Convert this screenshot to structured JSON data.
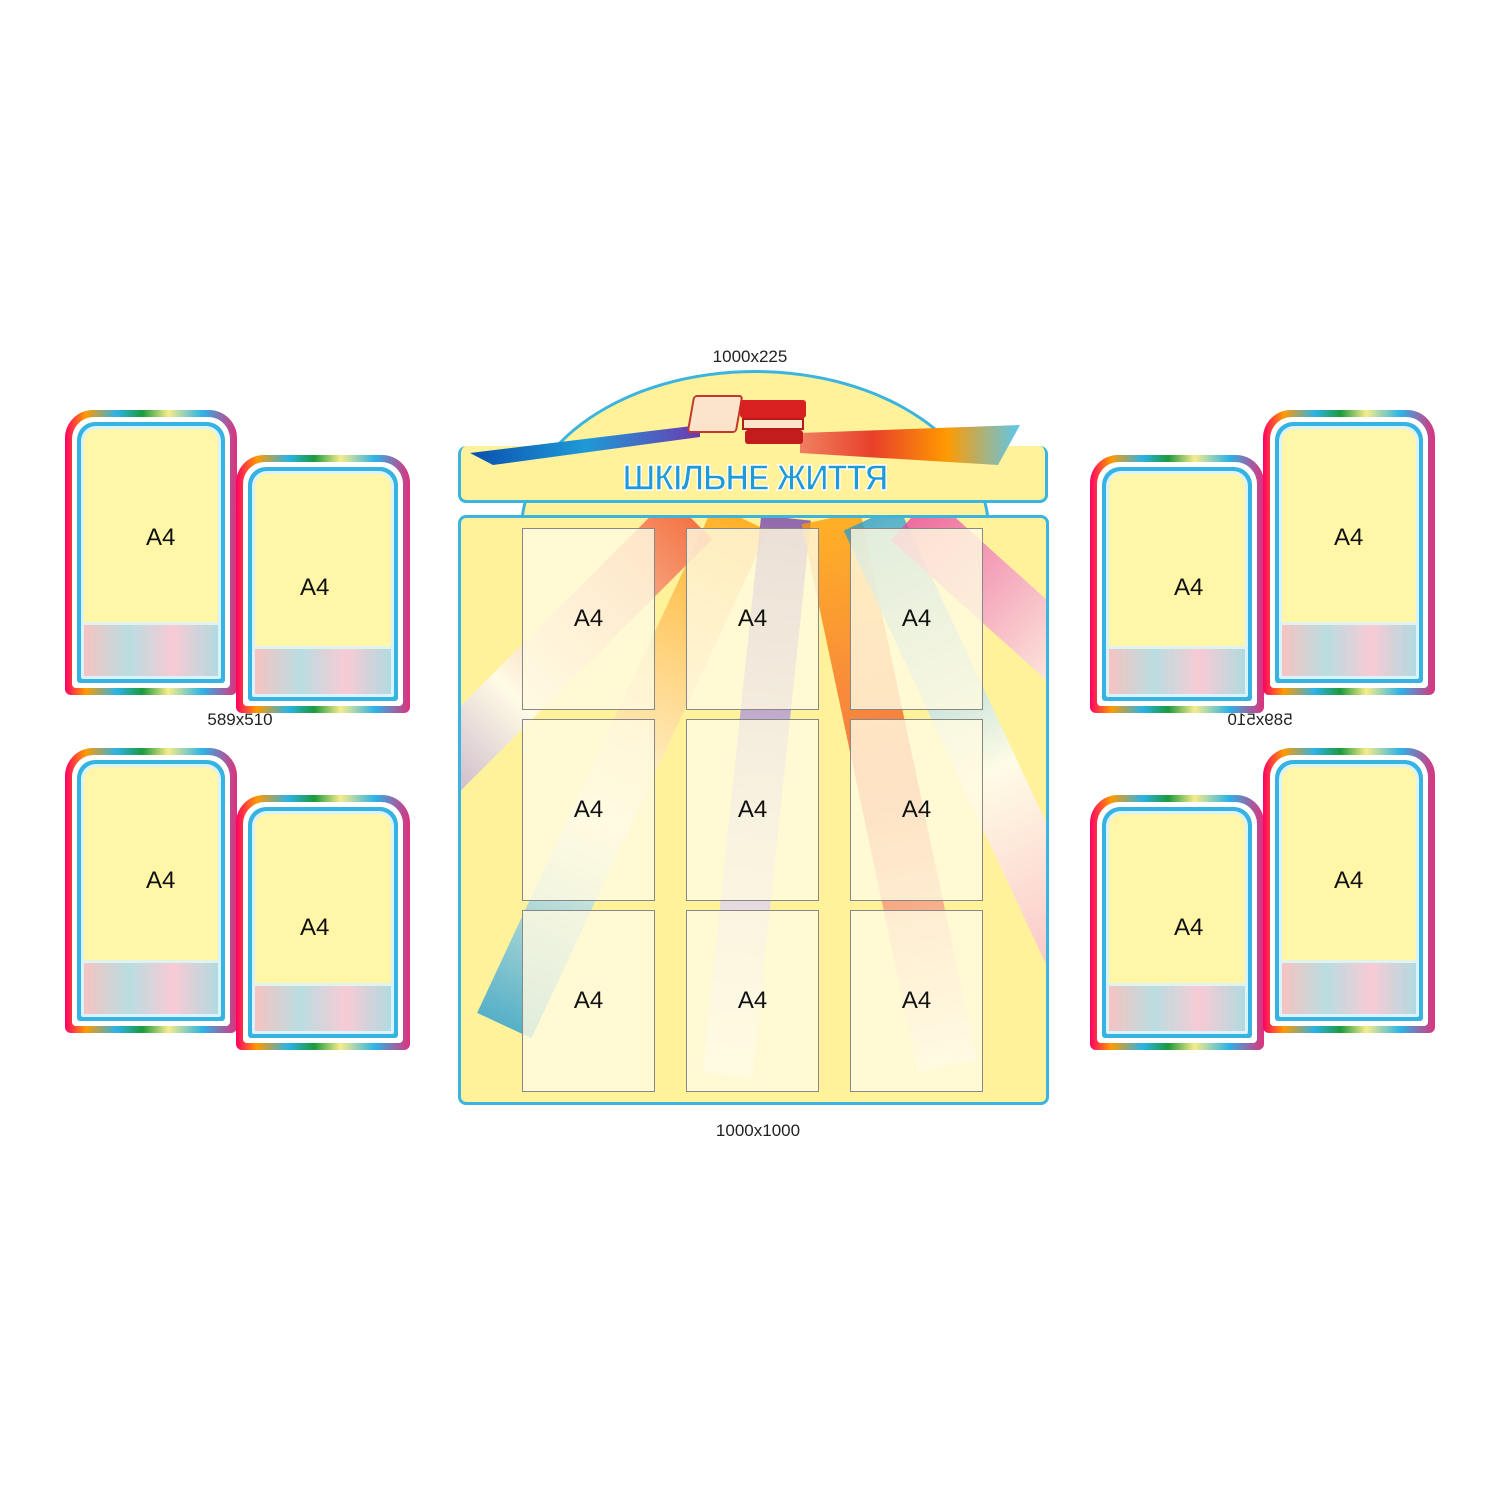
{
  "title": "ШКІЛЬНЕ ЖИТТЯ",
  "dimensions": {
    "header": "1000x225",
    "main": "1000x1000",
    "side_left": "589x510",
    "side_right": "589x510"
  },
  "pocket_label": "A4",
  "colors": {
    "panel": "#fff29a",
    "border": "#3cb4e0",
    "title": "#1e9ad6"
  }
}
